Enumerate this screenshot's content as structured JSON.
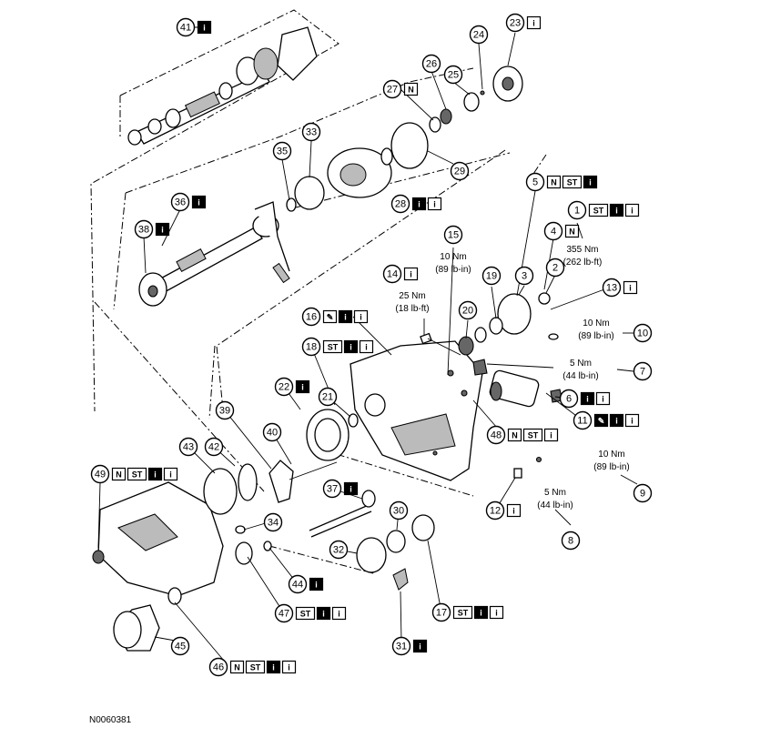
{
  "figure_id": "N0060381",
  "badge_codes": {
    "i": "i",
    "N": "N",
    "ST": "ST",
    "pencil": "✎"
  },
  "specs": {
    "s1": {
      "nm": "355 Nm",
      "lbft": "(262 lb-ft)"
    },
    "s15": {
      "nm": "10 Nm",
      "lbft": "(89 lb-in)"
    },
    "s14": {
      "nm": "25 Nm",
      "lbft": "(18 lb-ft)"
    },
    "s10": {
      "nm": "10 Nm",
      "lbft": "(89 lb-in)"
    },
    "s7": {
      "nm": "5 Nm",
      "lbft": "(44 lb-in)"
    },
    "s9": {
      "nm": "10 Nm",
      "lbft": "(89 lb-in)"
    },
    "s8": {
      "nm": "5 Nm",
      "lbft": "(44 lb-in)"
    }
  },
  "callouts": [
    {
      "n": "41",
      "badges": [
        {
          "t": "i",
          "s": "solid"
        }
      ]
    },
    {
      "n": "23",
      "badges": [
        {
          "t": "i",
          "s": "outline"
        }
      ]
    },
    {
      "n": "24",
      "badges": []
    },
    {
      "n": "26",
      "badges": []
    },
    {
      "n": "25",
      "badges": []
    },
    {
      "n": "27",
      "badges": [
        {
          "t": "N",
          "s": "outline"
        }
      ]
    },
    {
      "n": "33",
      "badges": []
    },
    {
      "n": "29",
      "badges": []
    },
    {
      "n": "35",
      "badges": []
    },
    {
      "n": "36",
      "badges": [
        {
          "t": "i",
          "s": "solid"
        }
      ]
    },
    {
      "n": "28",
      "badges": [
        {
          "t": "i",
          "s": "solid"
        },
        {
          "t": "i",
          "s": "outline"
        }
      ]
    },
    {
      "n": "5",
      "badges": [
        {
          "t": "N",
          "s": "outline"
        },
        {
          "t": "ST",
          "s": "outline"
        },
        {
          "t": "i",
          "s": "solid"
        }
      ]
    },
    {
      "n": "1",
      "badges": [
        {
          "t": "ST",
          "s": "outline"
        },
        {
          "t": "i",
          "s": "solid"
        },
        {
          "t": "i",
          "s": "outline"
        }
      ]
    },
    {
      "n": "38",
      "badges": [
        {
          "t": "i",
          "s": "solid"
        }
      ]
    },
    {
      "n": "15",
      "badges": []
    },
    {
      "n": "4",
      "badges": [
        {
          "t": "N",
          "s": "outline"
        }
      ]
    },
    {
      "n": "2",
      "badges": []
    },
    {
      "n": "14",
      "badges": [
        {
          "t": "i",
          "s": "outline"
        }
      ]
    },
    {
      "n": "19",
      "badges": []
    },
    {
      "n": "3",
      "badges": []
    },
    {
      "n": "13",
      "badges": [
        {
          "t": "i",
          "s": "outline"
        }
      ]
    },
    {
      "n": "20",
      "badges": []
    },
    {
      "n": "16",
      "badges": [
        {
          "t": "pencil",
          "s": "outline"
        },
        {
          "t": "i",
          "s": "solid"
        },
        {
          "t": "i",
          "s": "outline"
        }
      ]
    },
    {
      "n": "10",
      "badges": []
    },
    {
      "n": "18",
      "badges": [
        {
          "t": "ST",
          "s": "outline"
        },
        {
          "t": "i",
          "s": "solid"
        },
        {
          "t": "i",
          "s": "outline"
        }
      ]
    },
    {
      "n": "7",
      "badges": []
    },
    {
      "n": "22",
      "badges": [
        {
          "t": "i",
          "s": "solid"
        }
      ]
    },
    {
      "n": "21",
      "badges": []
    },
    {
      "n": "6",
      "badges": [
        {
          "t": "i",
          "s": "solid"
        },
        {
          "t": "i",
          "s": "outline"
        }
      ]
    },
    {
      "n": "39",
      "badges": []
    },
    {
      "n": "11",
      "badges": [
        {
          "t": "pencil",
          "s": "solid"
        },
        {
          "t": "i",
          "s": "solid"
        },
        {
          "t": "i",
          "s": "outline"
        }
      ]
    },
    {
      "n": "40",
      "badges": []
    },
    {
      "n": "48",
      "badges": [
        {
          "t": "N",
          "s": "outline"
        },
        {
          "t": "ST",
          "s": "outline"
        },
        {
          "t": "i",
          "s": "outline"
        }
      ]
    },
    {
      "n": "43",
      "badges": []
    },
    {
      "n": "42",
      "badges": []
    },
    {
      "n": "49",
      "badges": [
        {
          "t": "N",
          "s": "outline"
        },
        {
          "t": "ST",
          "s": "outline"
        },
        {
          "t": "i",
          "s": "solid"
        },
        {
          "t": "i",
          "s": "outline"
        }
      ]
    },
    {
      "n": "9",
      "badges": []
    },
    {
      "n": "37",
      "badges": [
        {
          "t": "i",
          "s": "solid"
        }
      ]
    },
    {
      "n": "30",
      "badges": []
    },
    {
      "n": "12",
      "badges": [
        {
          "t": "i",
          "s": "outline"
        }
      ]
    },
    {
      "n": "34",
      "badges": []
    },
    {
      "n": "8",
      "badges": []
    },
    {
      "n": "32",
      "badges": []
    },
    {
      "n": "44",
      "badges": [
        {
          "t": "i",
          "s": "solid"
        }
      ]
    },
    {
      "n": "47",
      "badges": [
        {
          "t": "ST",
          "s": "outline"
        },
        {
          "t": "i",
          "s": "solid"
        },
        {
          "t": "i",
          "s": "outline"
        }
      ]
    },
    {
      "n": "17",
      "badges": [
        {
          "t": "ST",
          "s": "outline"
        },
        {
          "t": "i",
          "s": "solid"
        },
        {
          "t": "i",
          "s": "outline"
        }
      ]
    },
    {
      "n": "45",
      "badges": []
    },
    {
      "n": "31",
      "badges": [
        {
          "t": "i",
          "s": "solid"
        }
      ]
    },
    {
      "n": "46",
      "badges": [
        {
          "t": "N",
          "s": "outline"
        },
        {
          "t": "ST",
          "s": "outline"
        },
        {
          "t": "i",
          "s": "solid"
        },
        {
          "t": "i",
          "s": "outline"
        }
      ]
    }
  ]
}
